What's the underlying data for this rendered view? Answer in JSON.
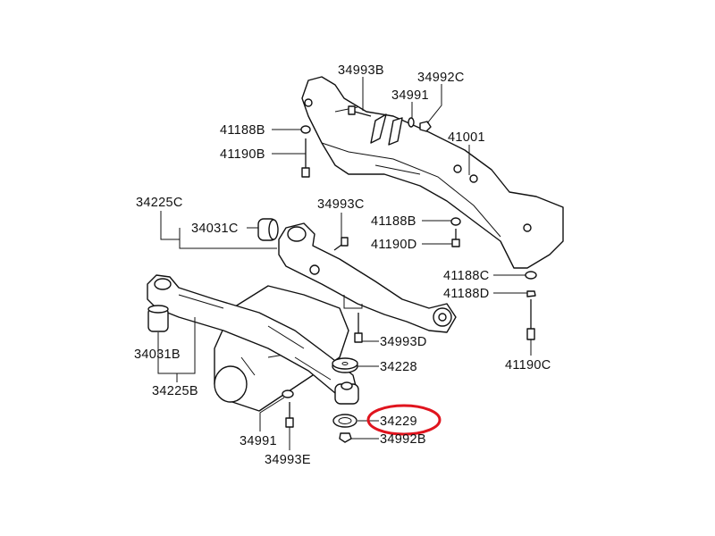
{
  "diagram": {
    "labels": {
      "p34993B": "34993B",
      "p34992C": "34992C",
      "p34991_top": "34991",
      "p41188B_top": "41188B",
      "p41190B": "41190B",
      "p41001": "41001",
      "p34225C": "34225C",
      "p34993C": "34993C",
      "p34031C": "34031C",
      "p41188B_mid": "41188B",
      "p41190D": "41190D",
      "p41188C": "41188C",
      "p41188D": "41188D",
      "p34993D": "34993D",
      "p34228": "34228",
      "p34031B": "34031B",
      "p34225B": "34225B",
      "p34229": "34229",
      "p34992B": "34992B",
      "p34991_bottom": "34991",
      "p34993E": "34993E",
      "p41190C": "41190C"
    },
    "highlight_color": "#e0141e",
    "highlighted_part": "34229"
  }
}
